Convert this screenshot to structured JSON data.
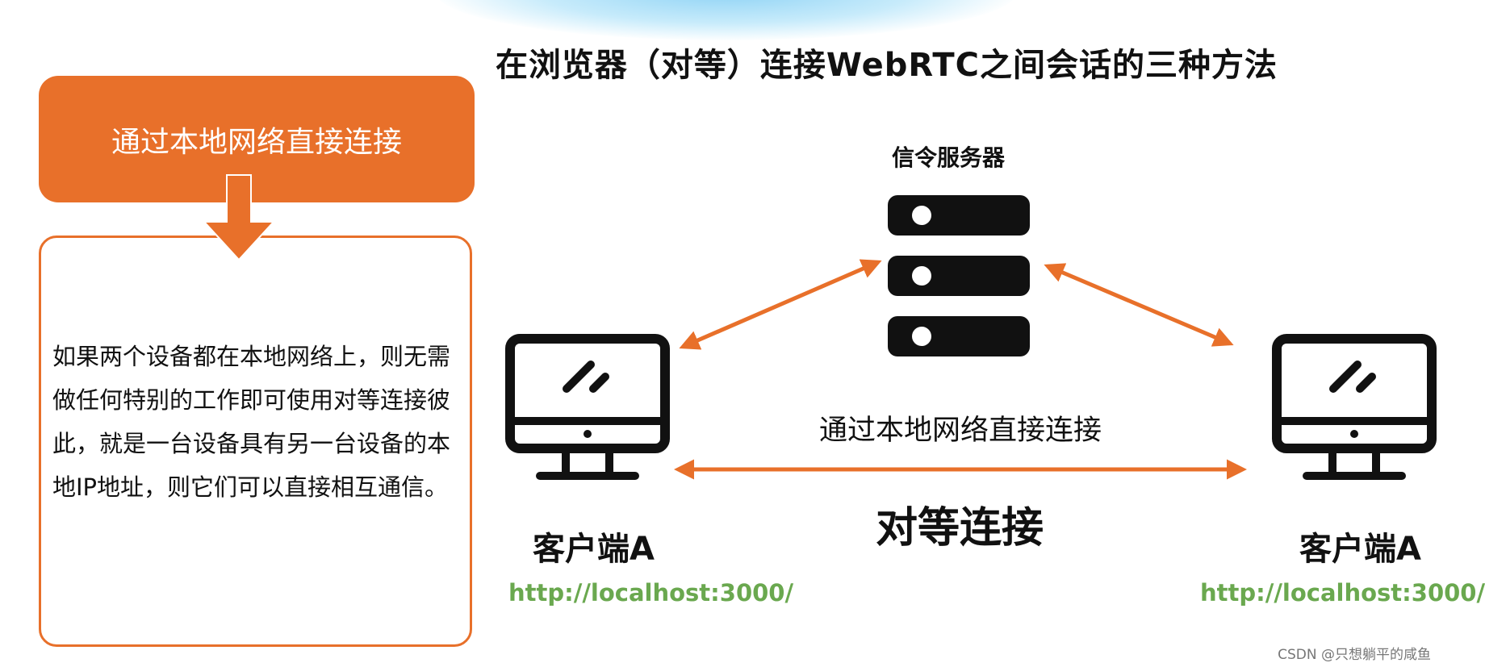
{
  "title": "在浏览器（对等）连接WebRTC之间会话的三种方法",
  "left_panel": {
    "heading": "通过本地网络直接连接",
    "description": "如果两个设备都在本地网络上，则无需做任何特别的工作即可使用对等连接彼此，就是一台设备具有另一台设备的本地IP地址，则它们可以直接相互通信。"
  },
  "diagram": {
    "server_label": "信令服务器",
    "connection_label": "通过本地网络直接连接",
    "peer_label": "对等连接",
    "client_left": {
      "name": "客户端A",
      "url": "http://localhost:3000/"
    },
    "client_right": {
      "name": "客户端A",
      "url": "http://localhost:3000/"
    }
  },
  "colors": {
    "accent": "#e8702a",
    "url": "#6aa84f",
    "icon": "#111111"
  },
  "watermark": "CSDN @只想躺平的咸鱼"
}
